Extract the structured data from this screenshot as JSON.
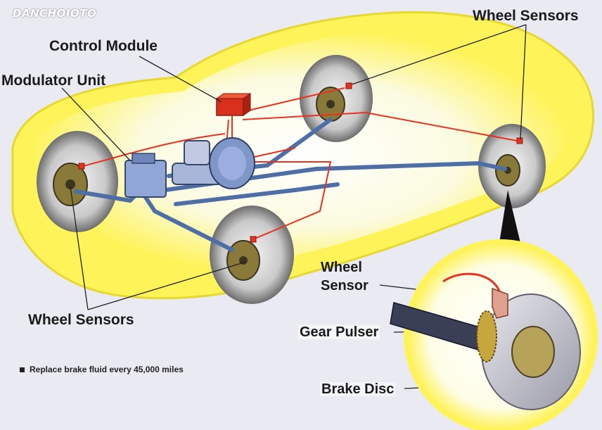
{
  "logo": {
    "text": "DANCHOIOTO"
  },
  "labels": {
    "control_module": "Control Module",
    "modulator_unit": "Modulator Unit",
    "wheel_sensors_top": "Wheel Sensors",
    "wheel_sensors_bottom": "Wheel Sensors",
    "wheel": "Wheel",
    "sensor": "Sensor",
    "gear_pulser": "Gear Pulser",
    "brake_disc": "Brake Disc"
  },
  "note": {
    "text": "Replace brake fluid every 45,000 miles"
  },
  "colors": {
    "car_glow": "#fff35a",
    "brake_line": "#4d6fa6",
    "sensor_wire": "#e8321f",
    "control_module": "#d9301c"
  }
}
